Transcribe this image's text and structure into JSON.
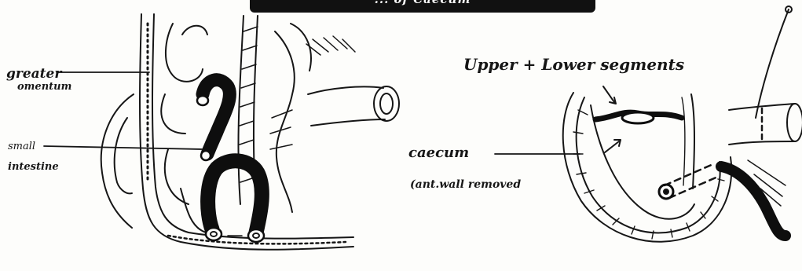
{
  "title": "... of Caecum",
  "labels": {
    "greater": "greater",
    "omentum": "omentum",
    "small": "small",
    "intestine": "intestine",
    "segments": "Upper + Lower segments",
    "caecum": "caecum",
    "ant_wall": "(ant.wall removed"
  },
  "colors": {
    "ink": "#161616",
    "paper": "#fdfdfb"
  }
}
